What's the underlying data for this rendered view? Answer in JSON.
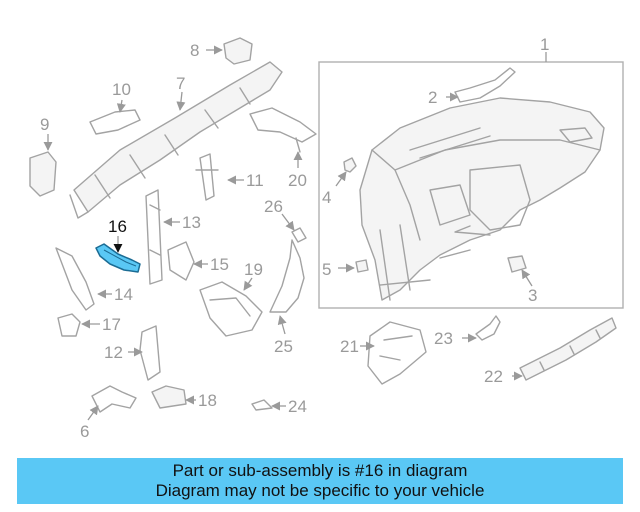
{
  "diagram": {
    "highlight_color": "#5ac8f5",
    "labels": {
      "p1": "1",
      "p2": "2",
      "p3": "3",
      "p4": "4",
      "p5": "5",
      "p6": "6",
      "p7": "7",
      "p8": "8",
      "p9": "9",
      "p10": "10",
      "p11": "11",
      "p12": "12",
      "p13": "13",
      "p14": "14",
      "p15": "15",
      "p16": "16",
      "p17": "17",
      "p18": "18",
      "p19": "19",
      "p20": "20",
      "p21": "21",
      "p22": "22",
      "p23": "23",
      "p24": "24",
      "p25": "25"
    }
  },
  "banner": {
    "line1": "Part or sub-assembly is #16 in diagram",
    "line2": "Diagram may not be specific to your vehicle"
  }
}
